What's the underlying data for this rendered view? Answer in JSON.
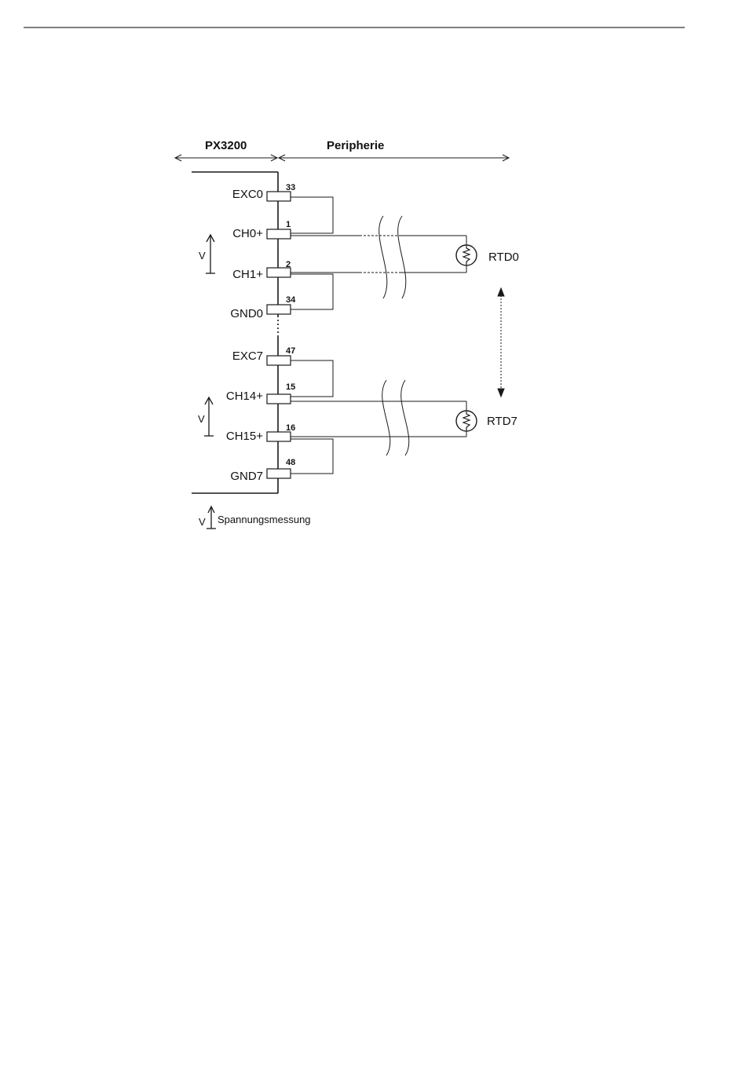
{
  "header": {
    "left_label": "PX3200",
    "right_label": "Peripherie"
  },
  "connectors_group0": [
    {
      "signal": "EXC0",
      "pin": "33"
    },
    {
      "signal": "CH0+",
      "pin": "1"
    },
    {
      "signal": "CH1+",
      "pin": "2"
    },
    {
      "signal": "GND0",
      "pin": "34"
    }
  ],
  "connectors_group7": [
    {
      "signal": "EXC7",
      "pin": "47"
    },
    {
      "signal": "CH14+",
      "pin": "15"
    },
    {
      "signal": "CH15+",
      "pin": "16"
    },
    {
      "signal": "GND7",
      "pin": "48"
    }
  ],
  "sensors": {
    "rtd0": "RTD0",
    "rtd7": "RTD7"
  },
  "measurement": {
    "v_symbol": "V",
    "legend_text": "Spannungsmessung"
  },
  "colors": {
    "line": "#1a1a1a",
    "page_rule": "#333333"
  }
}
